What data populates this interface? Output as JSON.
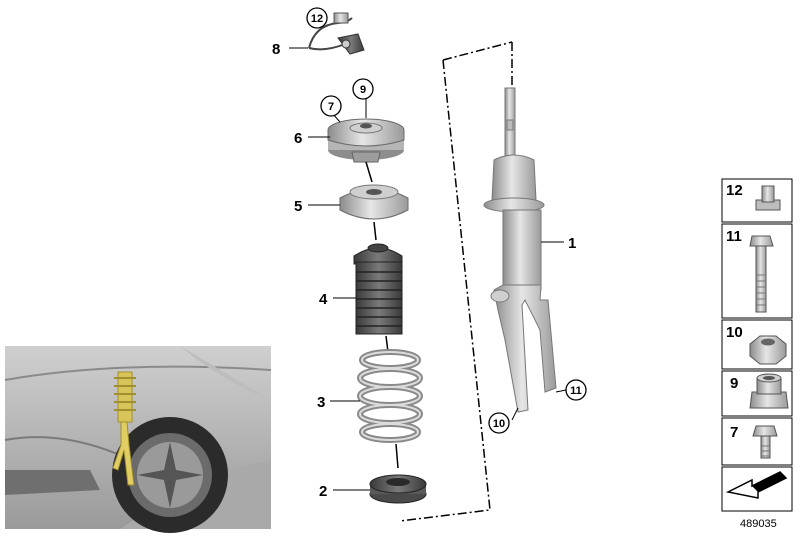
{
  "diagram": {
    "reference_number": "489035",
    "callouts": [
      {
        "id": "c8",
        "label": "8"
      },
      {
        "id": "c6",
        "label": "6"
      },
      {
        "id": "c5",
        "label": "5"
      },
      {
        "id": "c4",
        "label": "4"
      },
      {
        "id": "c3",
        "label": "3"
      },
      {
        "id": "c2",
        "label": "2"
      },
      {
        "id": "c1",
        "label": "1"
      }
    ],
    "circled_callouts": [
      {
        "id": "cc12",
        "label": "12"
      },
      {
        "id": "cc9",
        "label": "9"
      },
      {
        "id": "cc7",
        "label": "7"
      },
      {
        "id": "cc10",
        "label": "10"
      },
      {
        "id": "cc11",
        "label": "11"
      }
    ],
    "legend": [
      {
        "label": "12",
        "icon": "clip-icon"
      },
      {
        "label": "11",
        "icon": "hex-bolt-icon"
      },
      {
        "label": "10",
        "icon": "hex-nut-icon"
      },
      {
        "label": "9",
        "icon": "collar-nut-icon"
      },
      {
        "label": "7",
        "icon": "short-bolt-icon"
      },
      {
        "label": "",
        "icon": "arrow-icon"
      }
    ]
  }
}
